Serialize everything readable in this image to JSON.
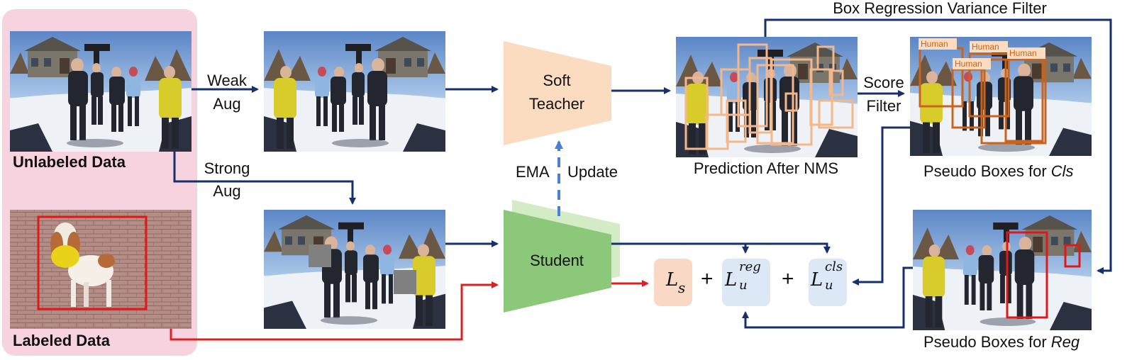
{
  "labels": {
    "unlabeled": "Unlabeled Data",
    "labeled": "Labeled Data",
    "weak_aug_1": "Weak",
    "weak_aug_2": "Aug",
    "strong_aug_1": "Strong",
    "strong_aug_2": "Aug",
    "soft_teacher_1": "Soft",
    "soft_teacher_2": "Teacher",
    "student": "Student",
    "ema": "EMA",
    "update": "Update",
    "prediction": "Prediction After NMS",
    "score_filter_1": "Score",
    "score_filter_2": "Filter",
    "box_regression": "Box Regression Variance Filter",
    "pseudo_cls_prefix": "Pseudo Boxes for ",
    "pseudo_cls_italic": "Cls",
    "pseudo_reg_prefix": "Pseudo Boxes for ",
    "pseudo_reg_italic": "Reg",
    "human": "Human"
  },
  "losses": {
    "ls": "L",
    "ls_sub": "s",
    "plus": "+",
    "lreg": "L",
    "lreg_sup": "reg",
    "lreg_sub": "u",
    "lcls": "L",
    "lcls_sup": "cls",
    "lcls_sub": "u"
  },
  "colors": {
    "arrow_dark": "#15306b",
    "arrow_red": "#e02020",
    "arrow_dashed": "#4a7fd6",
    "teacher_fill": "#fbdcc0",
    "student_fill": "#8cc87a",
    "student_shadow": "#d3ecc6",
    "data_panel": "#f6d3de",
    "ls_fill": "#f9d8c6",
    "lu_fill": "#dde8f7",
    "pred_box": "#f3b78a",
    "cls_box": "#c8641e",
    "reg_box": "#e01818"
  }
}
